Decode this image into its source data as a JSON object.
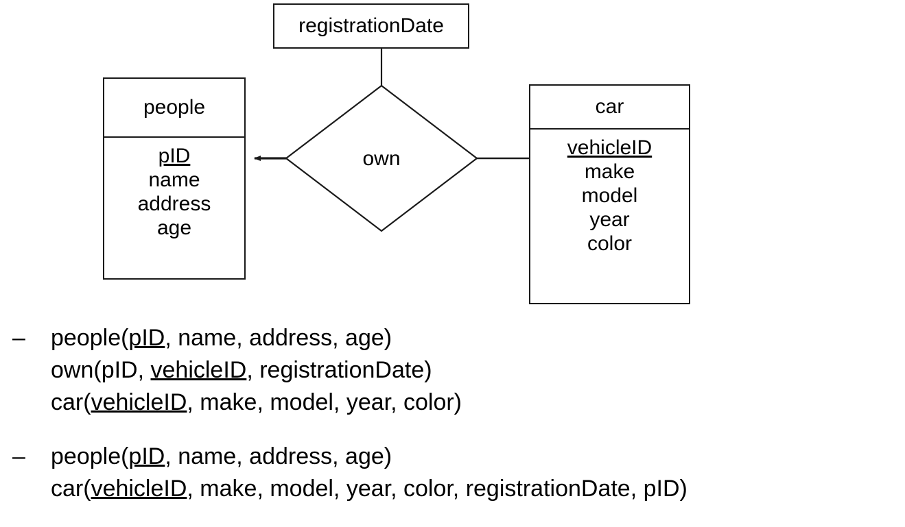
{
  "diagram": {
    "type": "entity-relationship-diagram",
    "entities": [
      {
        "name": "people",
        "attributes": [
          {
            "label": "pID",
            "key": true
          },
          {
            "label": "name",
            "key": false
          },
          {
            "label": "address",
            "key": false
          },
          {
            "label": "age",
            "key": false
          }
        ]
      },
      {
        "name": "car",
        "attributes": [
          {
            "label": "vehicleID",
            "key": true
          },
          {
            "label": "make",
            "key": false
          },
          {
            "label": "model",
            "key": false
          },
          {
            "label": "year",
            "key": false
          },
          {
            "label": "color",
            "key": false
          }
        ]
      }
    ],
    "relationship": {
      "name": "own",
      "attribute": "registrationDate",
      "arrow_to": "people",
      "plain_edge_to": "car"
    },
    "colors": {
      "line": "#1a1a1a",
      "background": "#ffffff",
      "text": "#000000"
    }
  },
  "schema": {
    "bullet": "–",
    "blocks": [
      {
        "lines": [
          {
            "parts": [
              {
                "t": "people(",
                "u": false
              },
              {
                "t": "pID",
                "u": true
              },
              {
                "t": ", name, address, age)",
                "u": false
              }
            ]
          },
          {
            "parts": [
              {
                "t": "own(pID, ",
                "u": false
              },
              {
                "t": "vehicleID",
                "u": true
              },
              {
                "t": ", registrationDate)",
                "u": false
              }
            ]
          },
          {
            "parts": [
              {
                "t": "car(",
                "u": false
              },
              {
                "t": "vehicleID",
                "u": true
              },
              {
                "t": ", make, model, year, color)",
                "u": false
              }
            ]
          }
        ]
      },
      {
        "lines": [
          {
            "parts": [
              {
                "t": "people(",
                "u": false
              },
              {
                "t": "pID",
                "u": true
              },
              {
                "t": ", name, address, age)",
                "u": false
              }
            ]
          },
          {
            "parts": [
              {
                "t": "car(",
                "u": false
              },
              {
                "t": "vehicleID",
                "u": true
              },
              {
                "t": ", make, model, year, color, registrationDate, pID)",
                "u": false
              }
            ]
          }
        ]
      }
    ]
  }
}
